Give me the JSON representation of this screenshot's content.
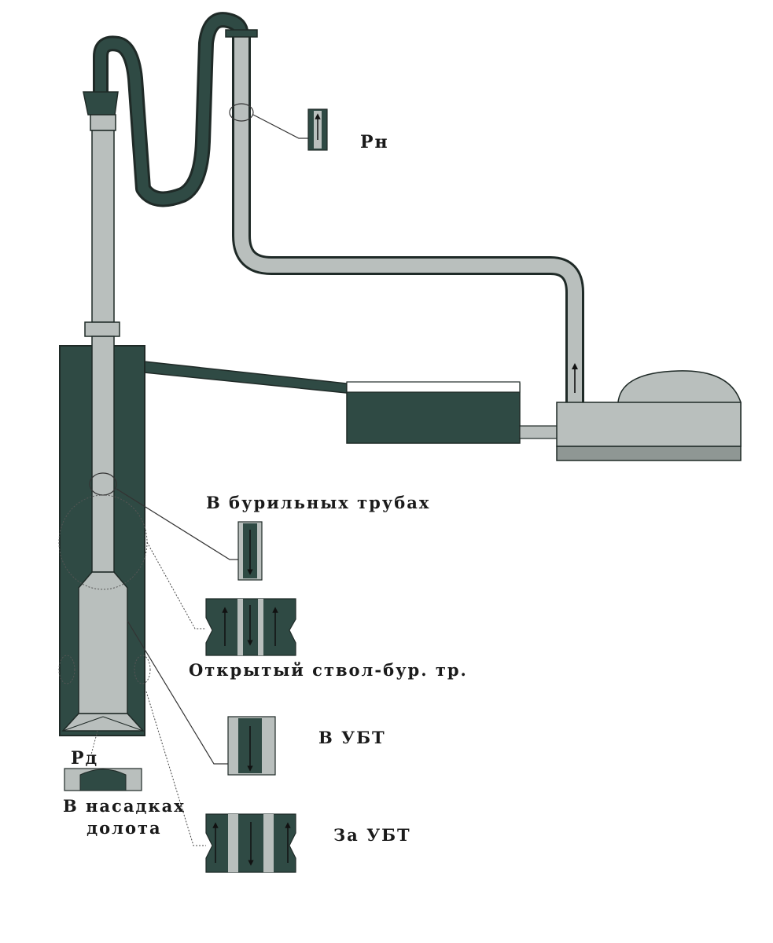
{
  "labels": {
    "pn": "Рн",
    "drill_pipes": "В бурильных трубах",
    "open_hole": "Открытый ствол-бур. тр.",
    "collars": "В УБТ",
    "behind_collars": "За УБТ",
    "pd": "Рд",
    "bit_nozzles": "В насадках\nдолота"
  },
  "colors": {
    "dark": "#2f4a44",
    "light": "#b9bfbd",
    "mid": "#8f9794",
    "outline": "#1f2a27",
    "background": "#ffffff"
  }
}
